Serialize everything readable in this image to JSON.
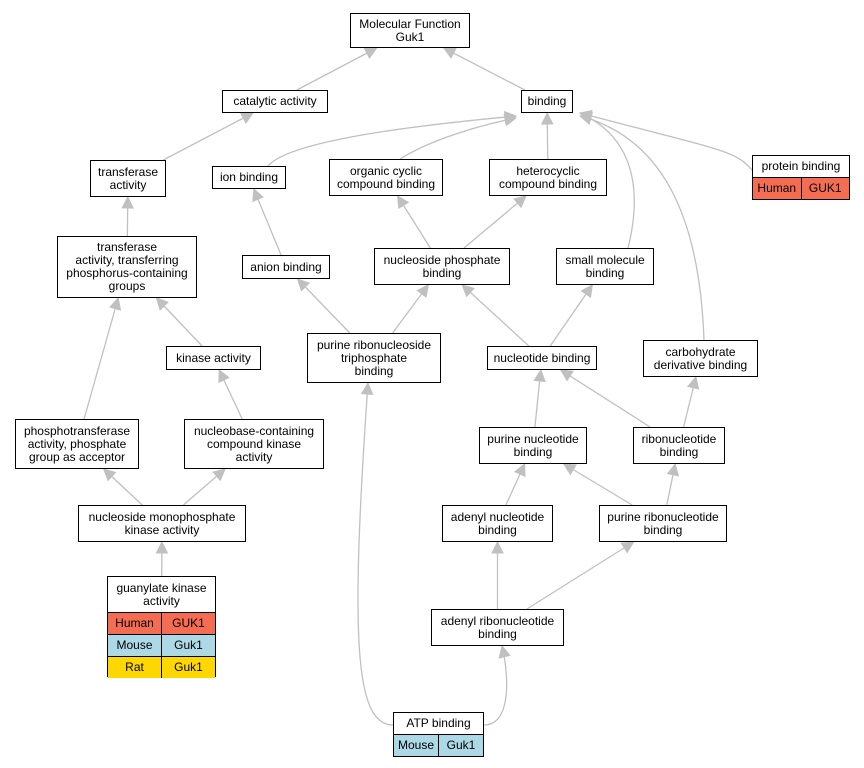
{
  "colors": {
    "edge": "#c0c0c0",
    "human": "#f46d52",
    "mouse": "#add8e6",
    "rat": "#ffd700"
  },
  "nodes": {
    "molecular_function": [
      "Molecular Function",
      "Guk1"
    ],
    "catalytic_activity": [
      "catalytic activity"
    ],
    "binding": [
      "binding"
    ],
    "transferase_activity": [
      "transferase",
      "activity"
    ],
    "ion_binding": [
      "ion binding"
    ],
    "organic_cyclic": [
      "organic cyclic",
      "compound binding"
    ],
    "heterocyclic": [
      "heterocyclic",
      "compound binding"
    ],
    "transferase_phosphorus": [
      "transferase",
      "activity, transferring",
      "phosphorus-containing",
      "groups"
    ],
    "anion_binding": [
      "anion binding"
    ],
    "nucleoside_phosphate_binding": [
      "nucleoside phosphate",
      "binding"
    ],
    "small_molecule_binding": [
      "small molecule",
      "binding"
    ],
    "kinase_activity": [
      "kinase activity"
    ],
    "purine_ribonucleoside_triphosphate": [
      "purine ribonucleoside",
      "triphosphate",
      "binding"
    ],
    "nucleotide_binding": [
      "nucleotide binding"
    ],
    "carbohydrate_derivative": [
      "carbohydrate",
      "derivative binding"
    ],
    "phosphotransferase": [
      "phosphotransferase",
      "activity, phosphate",
      "group as acceptor"
    ],
    "nucleobase_kinase": [
      "nucleobase-containing",
      "compound kinase",
      "activity"
    ],
    "purine_nucleotide_binding": [
      "purine nucleotide",
      "binding"
    ],
    "ribonucleotide_binding": [
      "ribonucleotide",
      "binding"
    ],
    "nucleoside_monophosphate_kinase": [
      "nucleoside monophosphate",
      "kinase activity"
    ],
    "adenyl_nucleotide_binding": [
      "adenyl nucleotide",
      "binding"
    ],
    "purine_ribonucleotide_binding": [
      "purine ribonucleotide",
      "binding"
    ],
    "adenyl_ribonucleotide_binding": [
      "adenyl ribonucleotide",
      "binding"
    ]
  },
  "annotated": {
    "protein_binding": {
      "title": [
        "protein binding"
      ],
      "rows": [
        [
          "Human",
          "GUK1",
          "human"
        ]
      ]
    },
    "guanylate_kinase": {
      "title": [
        "guanylate kinase",
        "activity"
      ],
      "rows": [
        [
          "Human",
          "GUK1",
          "human"
        ],
        [
          "Mouse",
          "Guk1",
          "mouse"
        ],
        [
          "Rat",
          "Guk1",
          "rat"
        ]
      ]
    },
    "atp_binding": {
      "title": [
        "ATP binding"
      ],
      "rows": [
        [
          "Mouse",
          "Guk1",
          "mouse"
        ]
      ]
    }
  },
  "edges": [
    [
      "catalytic_activity",
      "molecular_function"
    ],
    [
      "binding",
      "molecular_function"
    ],
    [
      "transferase_activity",
      "catalytic_activity"
    ],
    [
      "ion_binding",
      "binding"
    ],
    [
      "organic_cyclic",
      "binding"
    ],
    [
      "heterocyclic",
      "binding"
    ],
    [
      "small_molecule_binding",
      "binding"
    ],
    [
      "carbohydrate_derivative",
      "binding"
    ],
    [
      "protein_binding",
      "binding"
    ],
    [
      "transferase_phosphorus",
      "transferase_activity"
    ],
    [
      "anion_binding",
      "ion_binding"
    ],
    [
      "nucleoside_phosphate_binding",
      "organic_cyclic"
    ],
    [
      "nucleoside_phosphate_binding",
      "heterocyclic"
    ],
    [
      "kinase_activity",
      "transferase_phosphorus"
    ],
    [
      "phosphotransferase",
      "transferase_phosphorus"
    ],
    [
      "purine_ribonucleoside_triphosphate",
      "anion_binding"
    ],
    [
      "purine_ribonucleoside_triphosphate",
      "nucleoside_phosphate_binding"
    ],
    [
      "nucleotide_binding",
      "nucleoside_phosphate_binding"
    ],
    [
      "nucleotide_binding",
      "small_molecule_binding"
    ],
    [
      "nucleobase_kinase",
      "kinase_activity"
    ],
    [
      "ribonucleotide_binding",
      "carbohydrate_derivative"
    ],
    [
      "purine_nucleotide_binding",
      "nucleotide_binding"
    ],
    [
      "ribonucleotide_binding",
      "nucleotide_binding"
    ],
    [
      "nucleoside_monophosphate_kinase",
      "phosphotransferase"
    ],
    [
      "nucleoside_monophosphate_kinase",
      "nucleobase_kinase"
    ],
    [
      "adenyl_nucleotide_binding",
      "purine_nucleotide_binding"
    ],
    [
      "purine_ribonucleotide_binding",
      "purine_nucleotide_binding"
    ],
    [
      "purine_ribonucleotide_binding",
      "ribonucleotide_binding"
    ],
    [
      "guanylate_kinase",
      "nucleoside_monophosphate_kinase"
    ],
    [
      "adenyl_ribonucleotide_binding",
      "adenyl_nucleotide_binding"
    ],
    [
      "adenyl_ribonucleotide_binding",
      "purine_ribonucleotide_binding"
    ],
    [
      "atp_binding",
      "purine_ribonucleoside_triphosphate"
    ],
    [
      "atp_binding",
      "adenyl_ribonucleotide_binding"
    ]
  ]
}
